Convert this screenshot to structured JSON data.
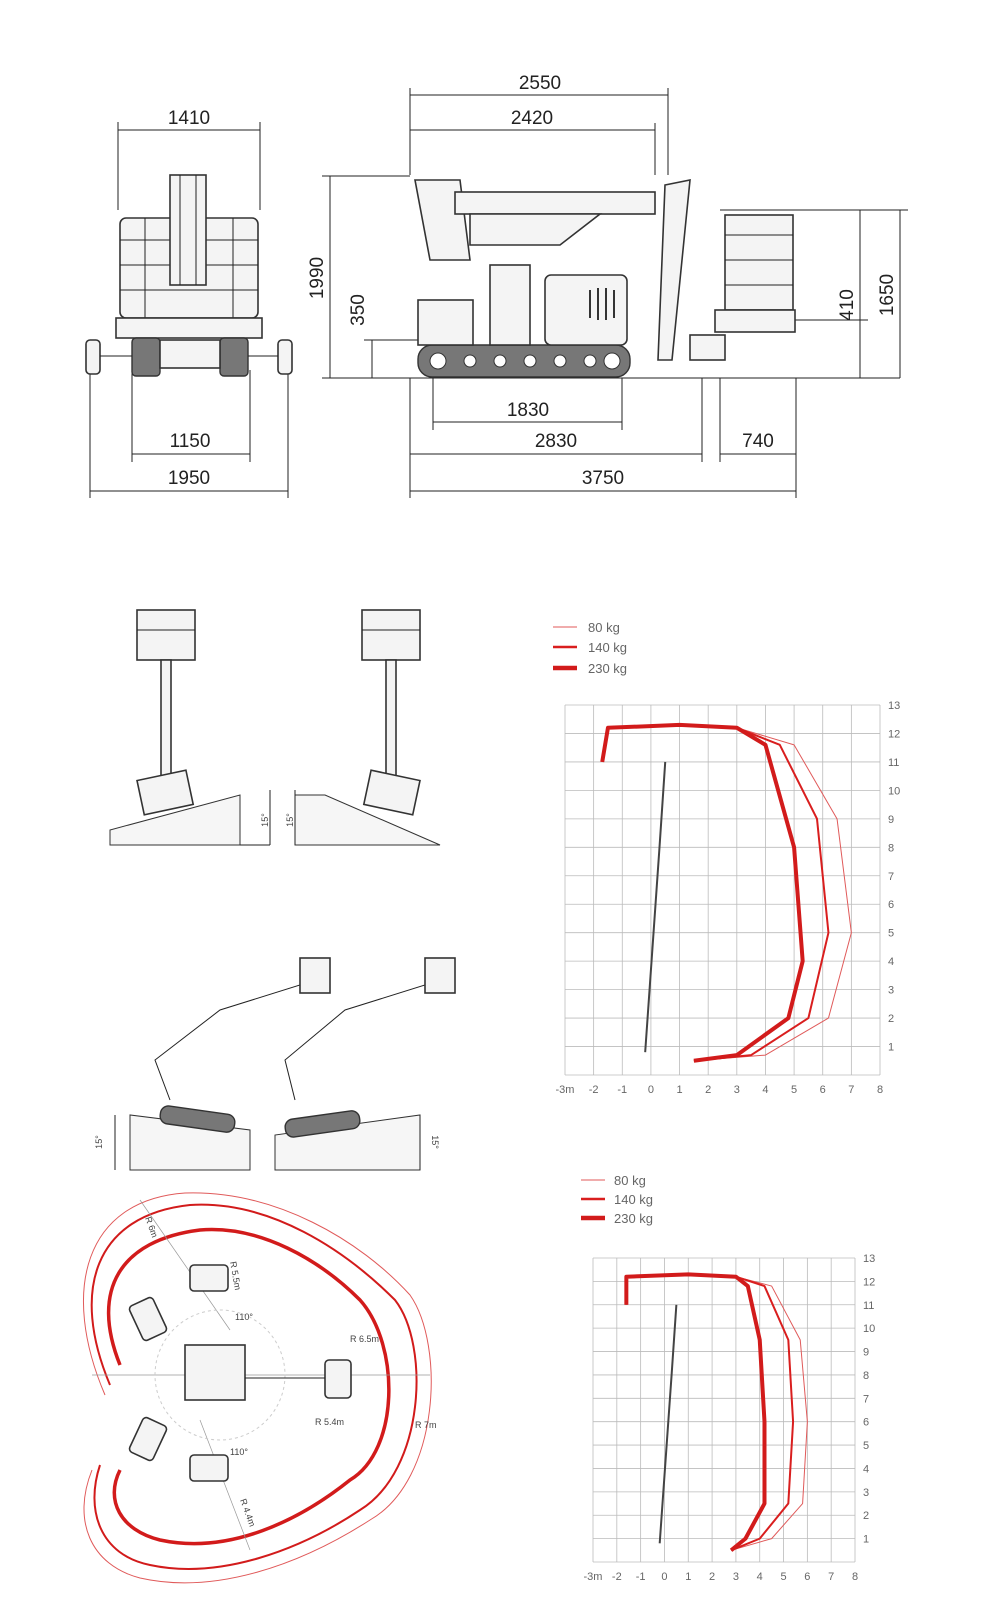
{
  "dimensions": {
    "front_width_platform": "1410",
    "front_width_tracks_inner": "1150",
    "front_width_outriggers": "1950",
    "side_length_boom": "2550",
    "side_length_upper": "2420",
    "side_height_total": "1990",
    "side_height_outrigger": "350",
    "side_track_length": "1830",
    "side_base_length": "2830",
    "side_platform_depth": "740",
    "side_total_length": "3750",
    "platform_height_small": "410",
    "platform_height_total": "1650"
  },
  "slopes": {
    "label_top_left": "15°",
    "label_top_right": "15°",
    "label_bottom_left": "15°",
    "label_bottom_right": "15°"
  },
  "chart_legend": {
    "items": [
      "80 kg",
      "140 kg",
      "230 kg"
    ],
    "colors": [
      "#e05a5a",
      "#d91e1e",
      "#d21b1b"
    ]
  },
  "chart_data": [
    {
      "type": "line",
      "title": "",
      "xlabel": "",
      "ylabel": "",
      "x_ticks": [
        "-3m",
        "-2",
        "-1",
        "0",
        "1",
        "2",
        "3",
        "4",
        "5",
        "6",
        "7",
        "8"
      ],
      "y_ticks": [
        "1",
        "2",
        "3",
        "4",
        "5",
        "6",
        "7",
        "8",
        "9",
        "10",
        "11",
        "12",
        "13"
      ],
      "xlim": [
        -3,
        8
      ],
      "ylim": [
        0,
        13
      ],
      "series": [
        {
          "name": "80 kg",
          "x": [
            1.5,
            4,
            6.2,
            7,
            6.5,
            5,
            3,
            1,
            -1.5,
            -1.7
          ],
          "y": [
            0.5,
            0.7,
            2,
            5,
            9,
            11.6,
            12.2,
            12.3,
            12.2,
            11
          ]
        },
        {
          "name": "140 kg",
          "x": [
            1.5,
            3.5,
            5.5,
            6.2,
            5.8,
            4.5,
            3,
            1,
            -1.5,
            -1.7
          ],
          "y": [
            0.5,
            0.7,
            2,
            5,
            9,
            11.6,
            12.2,
            12.3,
            12.2,
            11
          ]
        },
        {
          "name": "230 kg",
          "x": [
            1.5,
            3,
            4.8,
            5.3,
            5,
            4,
            3,
            1,
            -1.5,
            -1.7
          ],
          "y": [
            0.5,
            0.7,
            2,
            4,
            8,
            11.6,
            12.2,
            12.3,
            12.2,
            11
          ]
        }
      ]
    },
    {
      "type": "line",
      "title": "",
      "xlabel": "",
      "ylabel": "",
      "x_ticks": [
        "-3m",
        "-2",
        "-1",
        "0",
        "1",
        "2",
        "3",
        "4",
        "5",
        "6",
        "7",
        "8"
      ],
      "y_ticks": [
        "1",
        "2",
        "3",
        "4",
        "5",
        "6",
        "7",
        "8",
        "9",
        "10",
        "11",
        "12",
        "13"
      ],
      "xlim": [
        -3,
        8
      ],
      "ylim": [
        0,
        13
      ],
      "series": [
        {
          "name": "80 kg",
          "x": [
            2.8,
            4.5,
            5.8,
            6,
            5.7,
            4.5,
            3,
            1,
            -1.6,
            -1.6
          ],
          "y": [
            0.5,
            1,
            2.5,
            6,
            9.5,
            11.8,
            12.2,
            12.3,
            12.2,
            11
          ]
        },
        {
          "name": "140 kg",
          "x": [
            2.8,
            4,
            5.2,
            5.4,
            5.2,
            4.2,
            3,
            1,
            -1.6,
            -1.6
          ],
          "y": [
            0.5,
            1,
            2.5,
            6,
            9.5,
            11.8,
            12.2,
            12.3,
            12.2,
            11
          ]
        },
        {
          "name": "230 kg",
          "x": [
            2.8,
            3.4,
            4.2,
            4.2,
            4,
            3.5,
            3,
            1,
            -1.6,
            -1.6
          ],
          "y": [
            0.5,
            1,
            2.5,
            6,
            9.5,
            11.8,
            12.2,
            12.3,
            12.2,
            11
          ]
        }
      ]
    }
  ],
  "top_view": {
    "radius_labels": [
      "R 6m",
      "R 5.5m",
      "R 6.5m",
      "R 7m",
      "R 5.4m",
      "R 4.4m"
    ],
    "angle_labels": [
      "110°",
      "110°"
    ]
  }
}
